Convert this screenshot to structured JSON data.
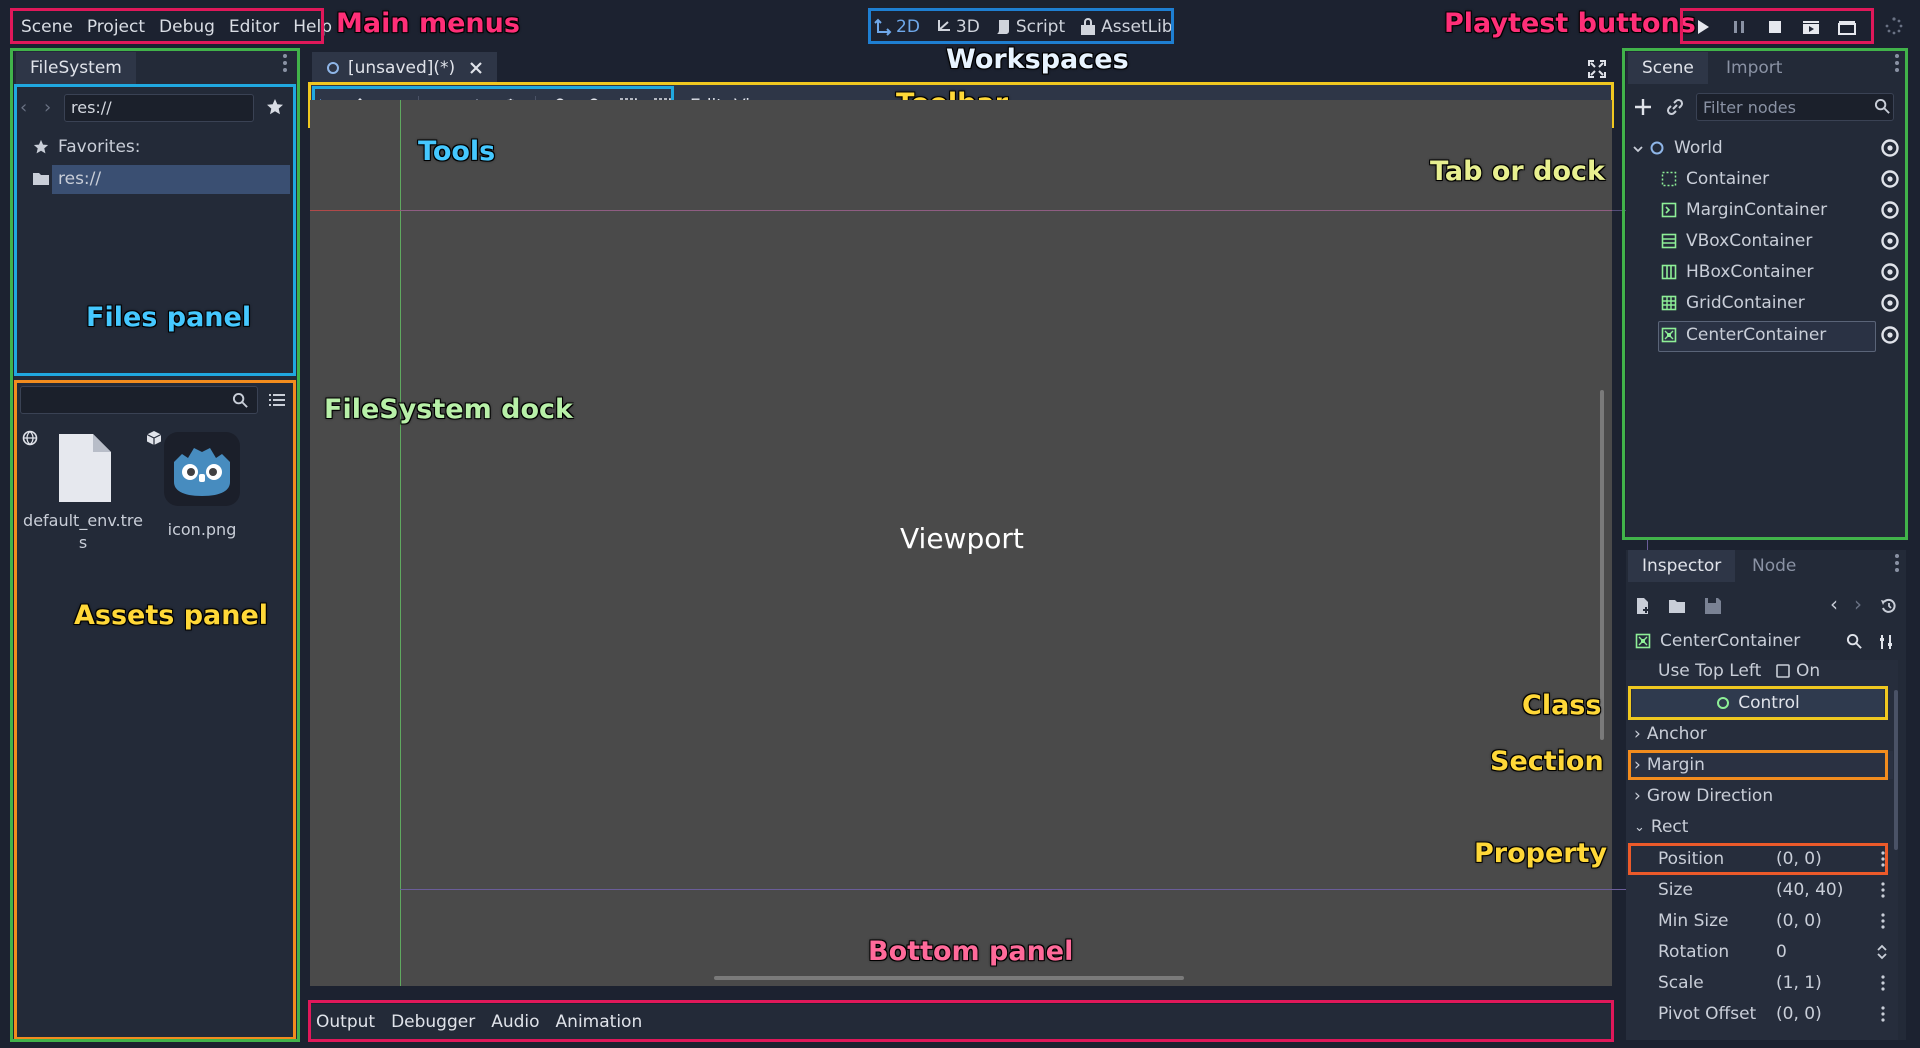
{
  "menubar": {
    "items": [
      "Scene",
      "Project",
      "Debug",
      "Editor",
      "Help"
    ]
  },
  "workspaces": {
    "items": [
      "2D",
      "3D",
      "Script",
      "AssetLib"
    ],
    "active": "2D"
  },
  "filesystem": {
    "tab": "FileSystem",
    "path": "res://",
    "favorites_label": "Favorites:",
    "root_label": "res://",
    "files": [
      {
        "name": "default_env.tre\ns",
        "icon": "file-icon"
      },
      {
        "name": "icon.png",
        "icon": "godot-icon"
      }
    ]
  },
  "editor_tab": {
    "label": "[unsaved](*)"
  },
  "toolbar": {
    "edit_label": "Edit",
    "view_label": "View"
  },
  "viewport": {
    "label": "Viewport"
  },
  "bottom_panel": {
    "tabs": [
      "Output",
      "Debugger",
      "Audio",
      "Animation"
    ]
  },
  "scene_dock": {
    "tabs": [
      "Scene",
      "Import"
    ],
    "filter_placeholder": "Filter nodes",
    "nodes": [
      {
        "name": "World",
        "icon": "node2d-circle-icon",
        "level": 0
      },
      {
        "name": "Container",
        "icon": "container-icon",
        "level": 1
      },
      {
        "name": "MarginContainer",
        "icon": "margin-container-icon",
        "level": 1
      },
      {
        "name": "VBoxContainer",
        "icon": "vbox-container-icon",
        "level": 1
      },
      {
        "name": "HBoxContainer",
        "icon": "hbox-container-icon",
        "level": 1
      },
      {
        "name": "GridContainer",
        "icon": "grid-container-icon",
        "level": 1
      },
      {
        "name": "CenterContainer",
        "icon": "center-container-icon",
        "level": 1
      }
    ],
    "selected": "CenterContainer"
  },
  "inspector": {
    "tabs": [
      "Inspector",
      "Node"
    ],
    "object_name": "CenterContainer",
    "use_top_left": {
      "label": "Use Top Left",
      "checkbox_label": "On"
    },
    "class_label": "Control",
    "sections": [
      "Anchor",
      "Margin",
      "Grow Direction",
      "Rect"
    ],
    "properties": [
      {
        "label": "Position",
        "value": "(0, 0)"
      },
      {
        "label": "Size",
        "value": "(40, 40)"
      },
      {
        "label": "Min Size",
        "value": "(0, 0)"
      },
      {
        "label": "Rotation",
        "value": "0"
      },
      {
        "label": "Scale",
        "value": "(1, 1)"
      },
      {
        "label": "Pivot Offset",
        "value": "(0, 0)"
      }
    ]
  },
  "annotations": {
    "main_menus": "Main menus",
    "workspaces": "Workspaces",
    "playtest_buttons": "Playtest buttons",
    "toolbar": "Toolbar",
    "tools": "Tools",
    "tab_or_dock": "Tab or dock",
    "files_panel": "Files panel",
    "filesystem_dock": "FileSystem dock",
    "assets_panel": "Assets panel",
    "class": "Class",
    "section": "Section",
    "property": "Property",
    "bottom_panel": "Bottom panel"
  },
  "colors": {
    "highlight_pink": "#e0185a",
    "highlight_green": "#41b34a",
    "highlight_blue": "#1e7fd2",
    "highlight_cyan": "#20a8e0",
    "highlight_yellow": "#f0c820",
    "highlight_orange": "#f28c1e",
    "accent": "#6fa8ea"
  }
}
